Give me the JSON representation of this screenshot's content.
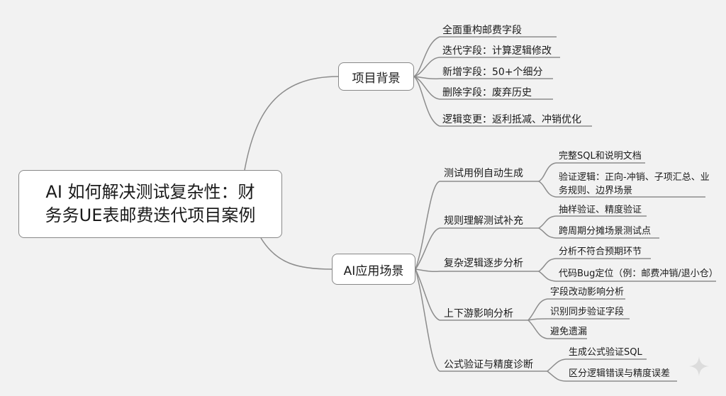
{
  "root": {
    "line1": "AI 如何解决测试复杂性：财",
    "line2": "务务UE表邮费迭代项目案例"
  },
  "branch1": {
    "label": "项目背景",
    "items": [
      "全面重构邮费字段",
      "迭代字段：计算逻辑修改",
      "新增字段：50+个细分",
      "删除字段：废弃历史",
      "逻辑变更：返利抵减、冲销优化"
    ]
  },
  "branch2": {
    "label": "AI应用场景",
    "children": [
      {
        "label": "测试用例自动生成",
        "items": [
          "完整SQL和说明文档",
          "验证逻辑：正向-冲销、子项汇总、业务规则、边界场景"
        ]
      },
      {
        "label": "规则理解测试补充",
        "items": [
          "抽样验证、精度验证",
          "跨周期分摊场景测试点"
        ]
      },
      {
        "label": "复杂逻辑逐步分析",
        "items": [
          "分析不符合预期环节",
          "代码Bug定位（例：邮费冲销/退小仓）"
        ]
      },
      {
        "label": "上下游影响分析",
        "items": [
          "字段改动影响分析",
          "识别同步验证字段",
          "避免遗漏"
        ]
      },
      {
        "label": "公式验证与精度诊断",
        "items": [
          "生成公式验证SQL",
          "区分逻辑错误与精度误差"
        ]
      }
    ]
  }
}
